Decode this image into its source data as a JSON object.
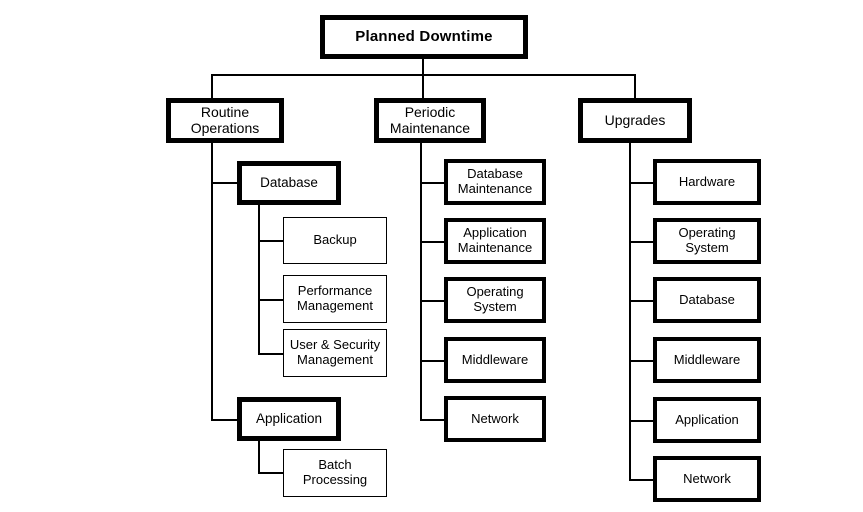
{
  "diagram": {
    "title": "Planned Downtime",
    "type": "tree-hierarchy",
    "orientation": "top-down-then-left-right",
    "background_color": "#ffffff",
    "line_color": "#000000",
    "text_color": "#000000"
  },
  "root": {
    "label": "Planned Downtime"
  },
  "branches": {
    "routine_operations": {
      "label": "Routine\nOperations",
      "children": {
        "database": {
          "label": "Database",
          "children": [
            {
              "label": "Backup"
            },
            {
              "label": "Performance\nManagement"
            },
            {
              "label": "User & Security\nManagement"
            }
          ]
        },
        "application": {
          "label": "Application",
          "children": [
            {
              "label": "Batch\nProcessing"
            }
          ]
        }
      }
    },
    "periodic_maintenance": {
      "label": "Periodic\nMaintenance",
      "children": [
        {
          "label": "Database\nMaintenance"
        },
        {
          "label": "Application\nMaintenance"
        },
        {
          "label": "Operating\nSystem"
        },
        {
          "label": "Middleware"
        },
        {
          "label": "Network"
        }
      ]
    },
    "upgrades": {
      "label": "Upgrades",
      "children": [
        {
          "label": "Hardware"
        },
        {
          "label": "Operating\nSystem"
        },
        {
          "label": "Database"
        },
        {
          "label": "Middleware"
        },
        {
          "label": "Application"
        },
        {
          "label": "Network"
        }
      ]
    }
  }
}
